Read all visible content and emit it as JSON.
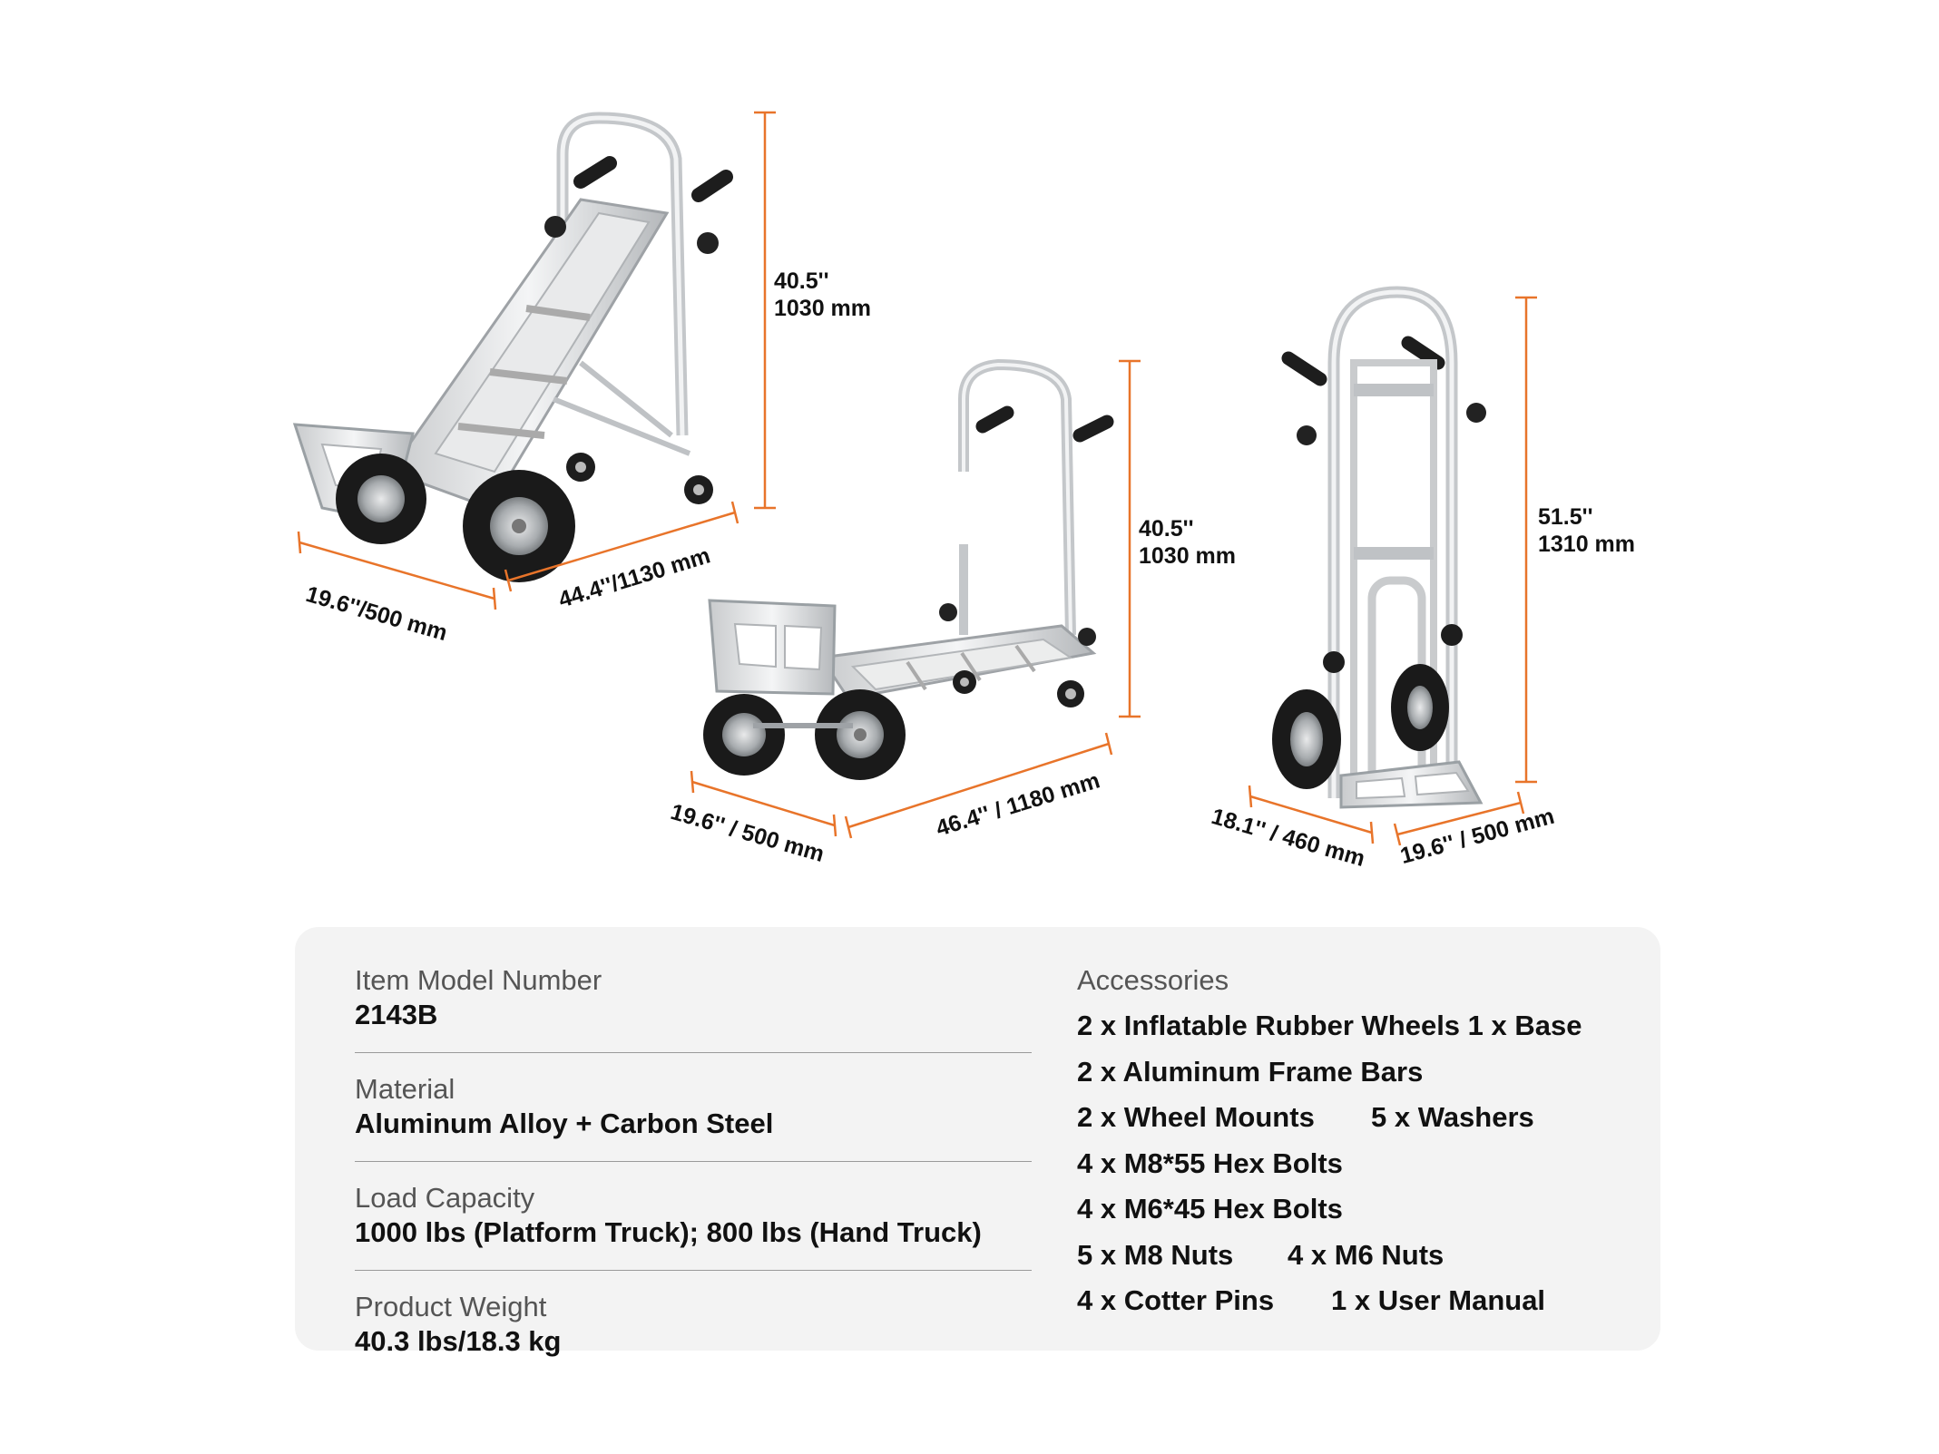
{
  "dimensions": {
    "truck_a": {
      "height": [
        "40.5''",
        "1030 mm"
      ],
      "width": "19.6''/500 mm",
      "length": "44.4''/1130 mm"
    },
    "truck_b": {
      "height": [
        "40.5''",
        "1030 mm"
      ],
      "width": "19.6'' / 500 mm",
      "length": "46.4'' / 1180 mm"
    },
    "truck_c": {
      "height": [
        "51.5''",
        "1310 mm"
      ],
      "width": "18.1'' / 460 mm",
      "depth": "19.6'' / 500 mm"
    },
    "accent_color": "#e8742a"
  },
  "specs": [
    {
      "label": "Item Model Number",
      "value": "2143B"
    },
    {
      "label": "Material",
      "value": "Aluminum Alloy + Carbon Steel"
    },
    {
      "label": "Load Capacity",
      "value": "1000 lbs (Platform Truck); 800 lbs (Hand Truck)"
    },
    {
      "label": "Product Weight",
      "value": "40.3 lbs/18.3 kg"
    }
  ],
  "accessories": {
    "title": "Accessories",
    "rows": [
      [
        "2 x Inflatable Rubber Wheels 1 x Base"
      ],
      [
        "2 x Aluminum Frame Bars"
      ],
      [
        "2 x Wheel Mounts",
        "5 x Washers"
      ],
      [
        "4 x M8*55 Hex Bolts"
      ],
      [
        "4 x M6*45 Hex Bolts"
      ],
      [
        "5 x M8 Nuts",
        "4 x M6 Nuts"
      ],
      [
        "4 x Cotter Pins",
        "1 x User Manual"
      ]
    ]
  }
}
